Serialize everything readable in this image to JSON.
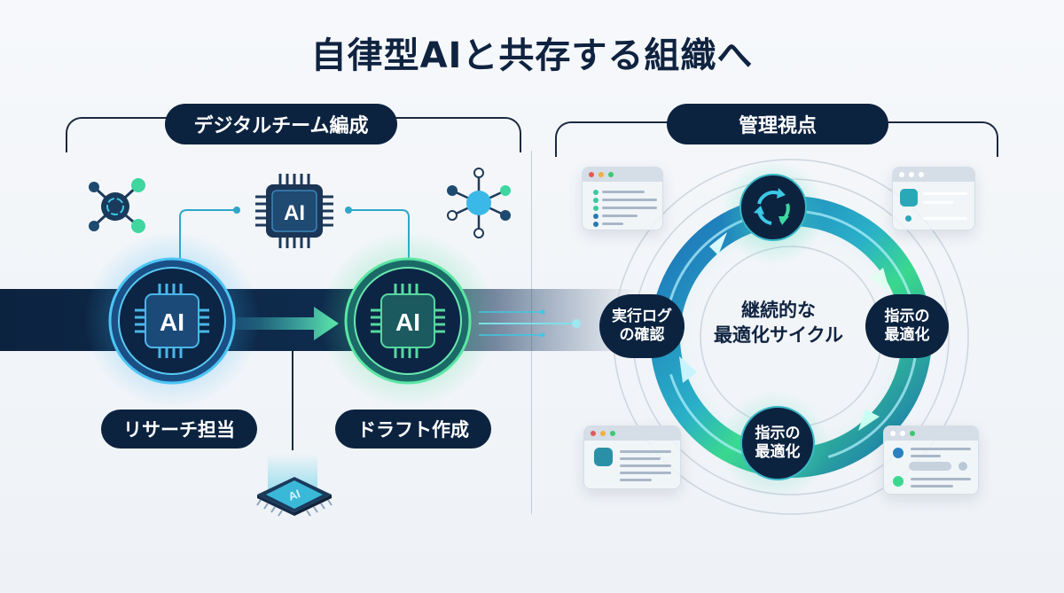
{
  "title": "自律型AIと共存する組織へ",
  "left_section": {
    "heading": "デジタルチーム編成",
    "top_chip_label": "AI",
    "agents": [
      {
        "chip_label": "AI",
        "role": "リサーチ担当",
        "accent": "#2aa8e0"
      },
      {
        "chip_label": "AI",
        "role": "ドラフト作成",
        "accent": "#34d38a"
      }
    ],
    "bottom_chip_label": "AI"
  },
  "right_section": {
    "heading": "管理視点",
    "cycle_center": "継続的な\n最適化サイクル",
    "cycle_center_line1": "継続的な",
    "cycle_center_line2": "最適化サイクル",
    "nodes": [
      {
        "position": "left",
        "line1": "実行ログ",
        "line2": "の確認"
      },
      {
        "position": "right",
        "line1": "指示の",
        "line2": "最適化"
      },
      {
        "position": "bottom",
        "line1": "指示の",
        "line2": "最適化"
      }
    ]
  },
  "colors": {
    "navy": "#0c2340",
    "blue": "#1e7fc8",
    "cyan": "#3cc8e6",
    "green": "#34d38a"
  }
}
